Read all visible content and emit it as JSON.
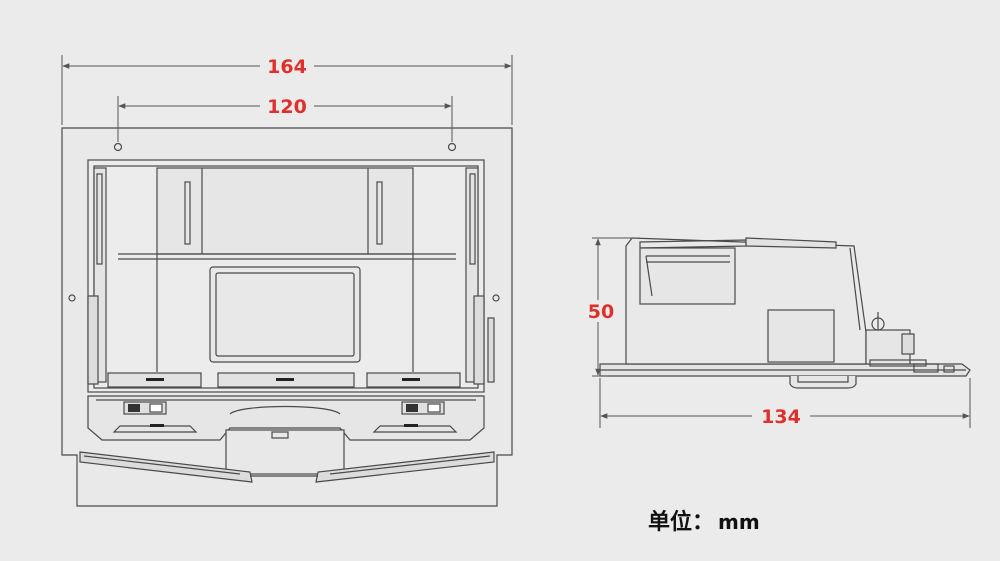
{
  "dimensions": {
    "overall_width": "164",
    "hole_spacing": "120",
    "side_height": "50",
    "side_length": "134"
  },
  "units": {
    "label": "单位：",
    "value": "mm"
  },
  "colors": {
    "background": "#ebebeb",
    "dimension_text": "#e0302c",
    "dimension_line": "#555555",
    "outline": "#4a4a4a",
    "part_fill": "#e9e9e9"
  }
}
